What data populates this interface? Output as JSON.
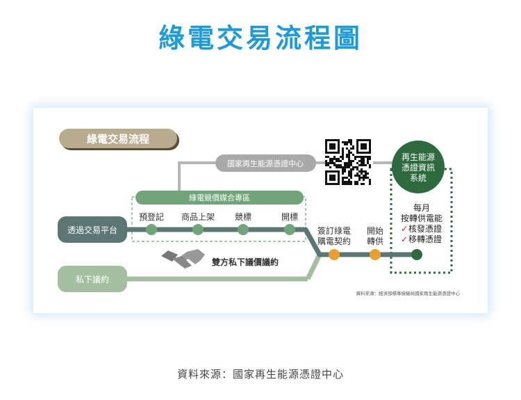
{
  "title": "綠電交易流程圖",
  "diagram": {
    "badge": "綠電交易流程",
    "certificate_center": "國家再生能源憑證中心",
    "info_system": [
      "再生能源",
      "憑證資訊",
      "系統"
    ],
    "matching_zone": "綠電競價媒合專區",
    "platform_steps": [
      "預登記",
      "商品上架",
      "競標",
      "開標"
    ],
    "platform_route": "透過交易平台",
    "private_route": "私下議約",
    "private_note": "雙方私下議價議約",
    "sign_contract": [
      "簽訂綠電",
      "購電契約"
    ],
    "start_wheeling": [
      "開始",
      "轉供"
    ],
    "monthly": [
      "每月",
      "按轉供電能"
    ],
    "checks": [
      "核發憑證",
      "移轉憑證"
    ],
    "source": "資料來源：經濟部標準檢驗局國家再生能源憑證中心",
    "icons": {
      "qr": "qr-code-icon",
      "handshake": "handshake-icon",
      "check": "check-icon"
    },
    "colors": {
      "platform": "#5c7773",
      "private": "#a3bfa0",
      "zone": "#6fa579",
      "system": "#2d6a3e",
      "milestone": "#e8a030",
      "badge": "#b8ab8e",
      "center": "#a9a9a9"
    }
  },
  "caption": "資料來源：國家再生能源憑證中心"
}
